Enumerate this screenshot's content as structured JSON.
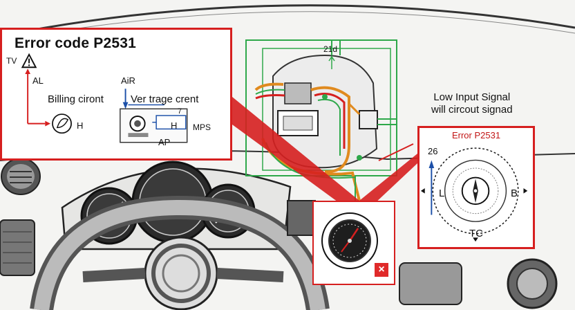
{
  "left_panel": {
    "title": "Error code P2531",
    "tv_label": "TV",
    "al_label": "AL",
    "air_label": "AiR",
    "billing_label": "Billing ciront",
    "voltage_label": "Ver trage crent",
    "h_label": "H",
    "seven_label": "7",
    "module_h_label": "H",
    "mps_label": "MPS",
    "ap_label": "AP"
  },
  "diagram": {
    "top_label": "21d"
  },
  "overlay_note": {
    "line1": "Low Input Signal",
    "line2": "will circout signad"
  },
  "right_panel": {
    "title": "Error P2531",
    "scale_value": "26",
    "left_letter": "L",
    "right_letter": "B",
    "bottom_letters": "TC"
  },
  "colors": {
    "callout_red": "#d61f1f",
    "wire_green": "#2ea84a",
    "wire_orange": "#e08a1e",
    "arrow_blue": "#1b4fa8"
  },
  "icons": {
    "warning": "warning-triangle-icon",
    "close": "close-icon",
    "gauge": "gauge-icon"
  }
}
